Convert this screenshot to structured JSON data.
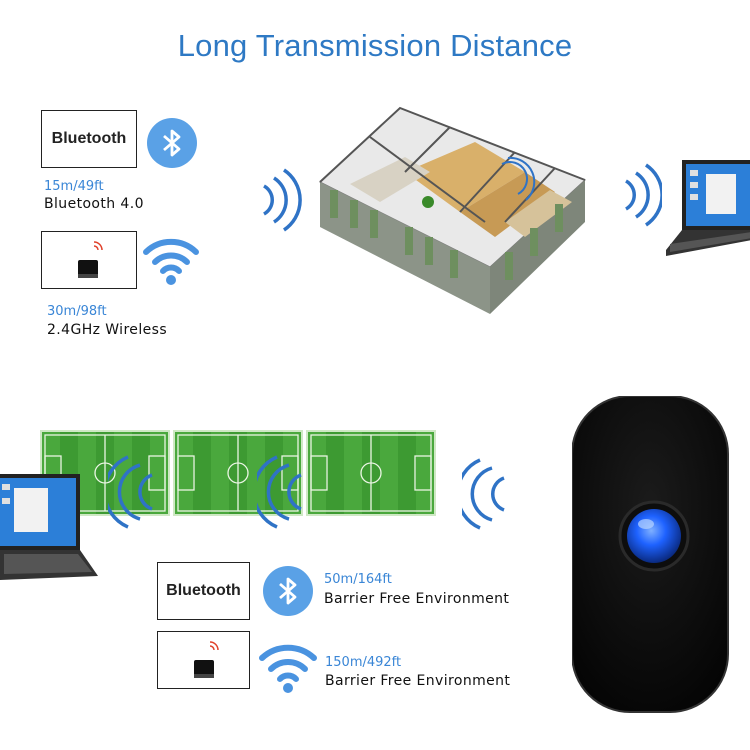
{
  "title": "Long Transmission Distance",
  "indoor": {
    "bluetooth": {
      "box_label": "Bluetooth",
      "distance": "15m/49ft",
      "tech": "Bluetooth 4.0"
    },
    "wireless": {
      "distance": "30m/98ft",
      "tech": "2.4GHz Wireless"
    }
  },
  "outdoor": {
    "bluetooth": {
      "box_label": "Bluetooth",
      "distance": "50m/164ft",
      "environment": "Barrier Free Environment"
    },
    "wireless": {
      "distance": "150m/492ft",
      "environment": "Barrier Free Environment"
    }
  },
  "colors": {
    "accent": "#2e79c4",
    "bluetooth_circle": "#5aa1e6",
    "field": "#3d9a32",
    "led": "#1e62ff"
  },
  "icons": [
    "bluetooth-icon",
    "wifi-icon",
    "usb-dongle-icon",
    "laptop-icon",
    "house-floorplan",
    "signal-waves-icon",
    "soccer-field",
    "scanner-device"
  ]
}
